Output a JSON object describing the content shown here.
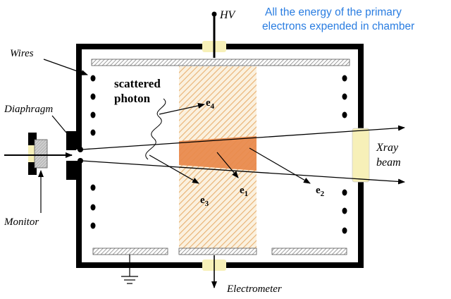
{
  "note": {
    "line1": "All the energy of the primary",
    "line2": "electrons expended in chamber"
  },
  "labels": {
    "hv": "HV",
    "wires": "Wires",
    "diaphragm": "Diaphragm",
    "monitor": "Monitor",
    "scattered_line1": "scattered",
    "scattered_line2": "photon",
    "xray_line1": "Xray",
    "xray_line2": "beam",
    "electrometer": "Electrometer"
  },
  "electrons": {
    "e1": {
      "base": "e",
      "sub": "1"
    },
    "e2": {
      "base": "e",
      "sub": "2"
    },
    "e3": {
      "base": "e",
      "sub": "3"
    },
    "e4": {
      "base": "e",
      "sub": "4"
    }
  },
  "colors": {
    "note": "#2a7de1",
    "collection_region_hatch": "#e8b070",
    "collection_region_bg": "#fbf1df",
    "beam_fill": "#e8884a",
    "insulator": "#f7f0b8",
    "chamber_wall": "#000000"
  }
}
